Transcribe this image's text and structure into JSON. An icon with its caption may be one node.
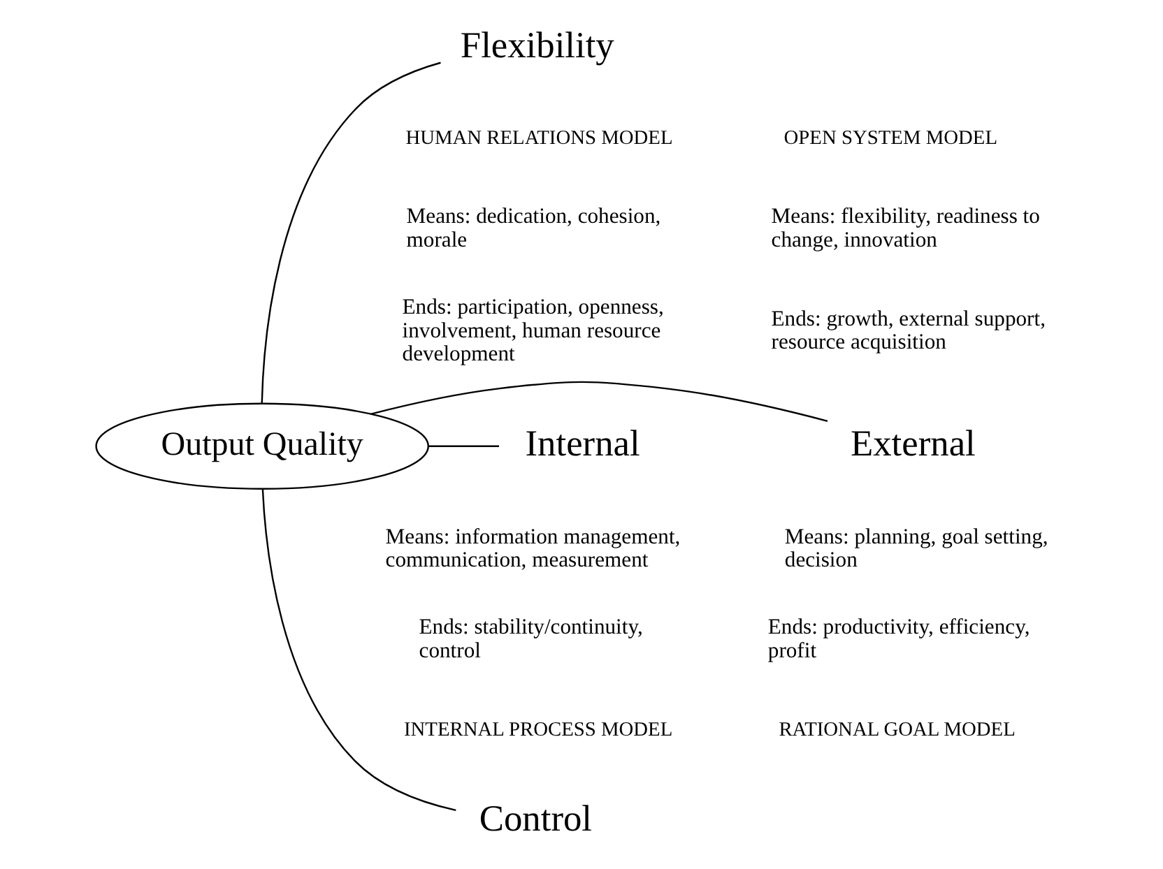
{
  "diagram": {
    "nodes": [
      {
        "text": [
          "Flexibility"
        ]
      },
      {
        "text": [
          "Internal"
        ]
      },
      {
        "text": [
          "Output Quality"
        ]
      },
      {
        "text": [
          "External"
        ]
      },
      {
        "text": [
          "Control"
        ]
      }
    ],
    "edges": [
      {
        "from": 2,
        "to": 0,
        "arrow": "none"
      },
      {
        "from": 2,
        "to": 1,
        "arrow": "none"
      },
      {
        "from": 2,
        "to": 3,
        "arrow": "none"
      },
      {
        "from": 2,
        "to": 4,
        "arrow": "none"
      }
    ],
    "labels": [
      "HUMAN RELATIONS MODEL",
      "Means: dedication, cohesion, morale",
      "Ends: participation, openness, involvement, human resource development",
      "OPEN SYSTEM MODEL",
      "Means: flexibility, readiness to change, innovation",
      "Ends: growth, external support, resource acquisition",
      "Means: information management, communication, measurement",
      "Ends: stability/continuity, control",
      "INTERNAL PROCESS MODEL",
      "Means: planning, goal setting, decision",
      "Ends: productivity, efficiency, profit",
      "RATIONAL GOAL MODEL"
    ]
  }
}
